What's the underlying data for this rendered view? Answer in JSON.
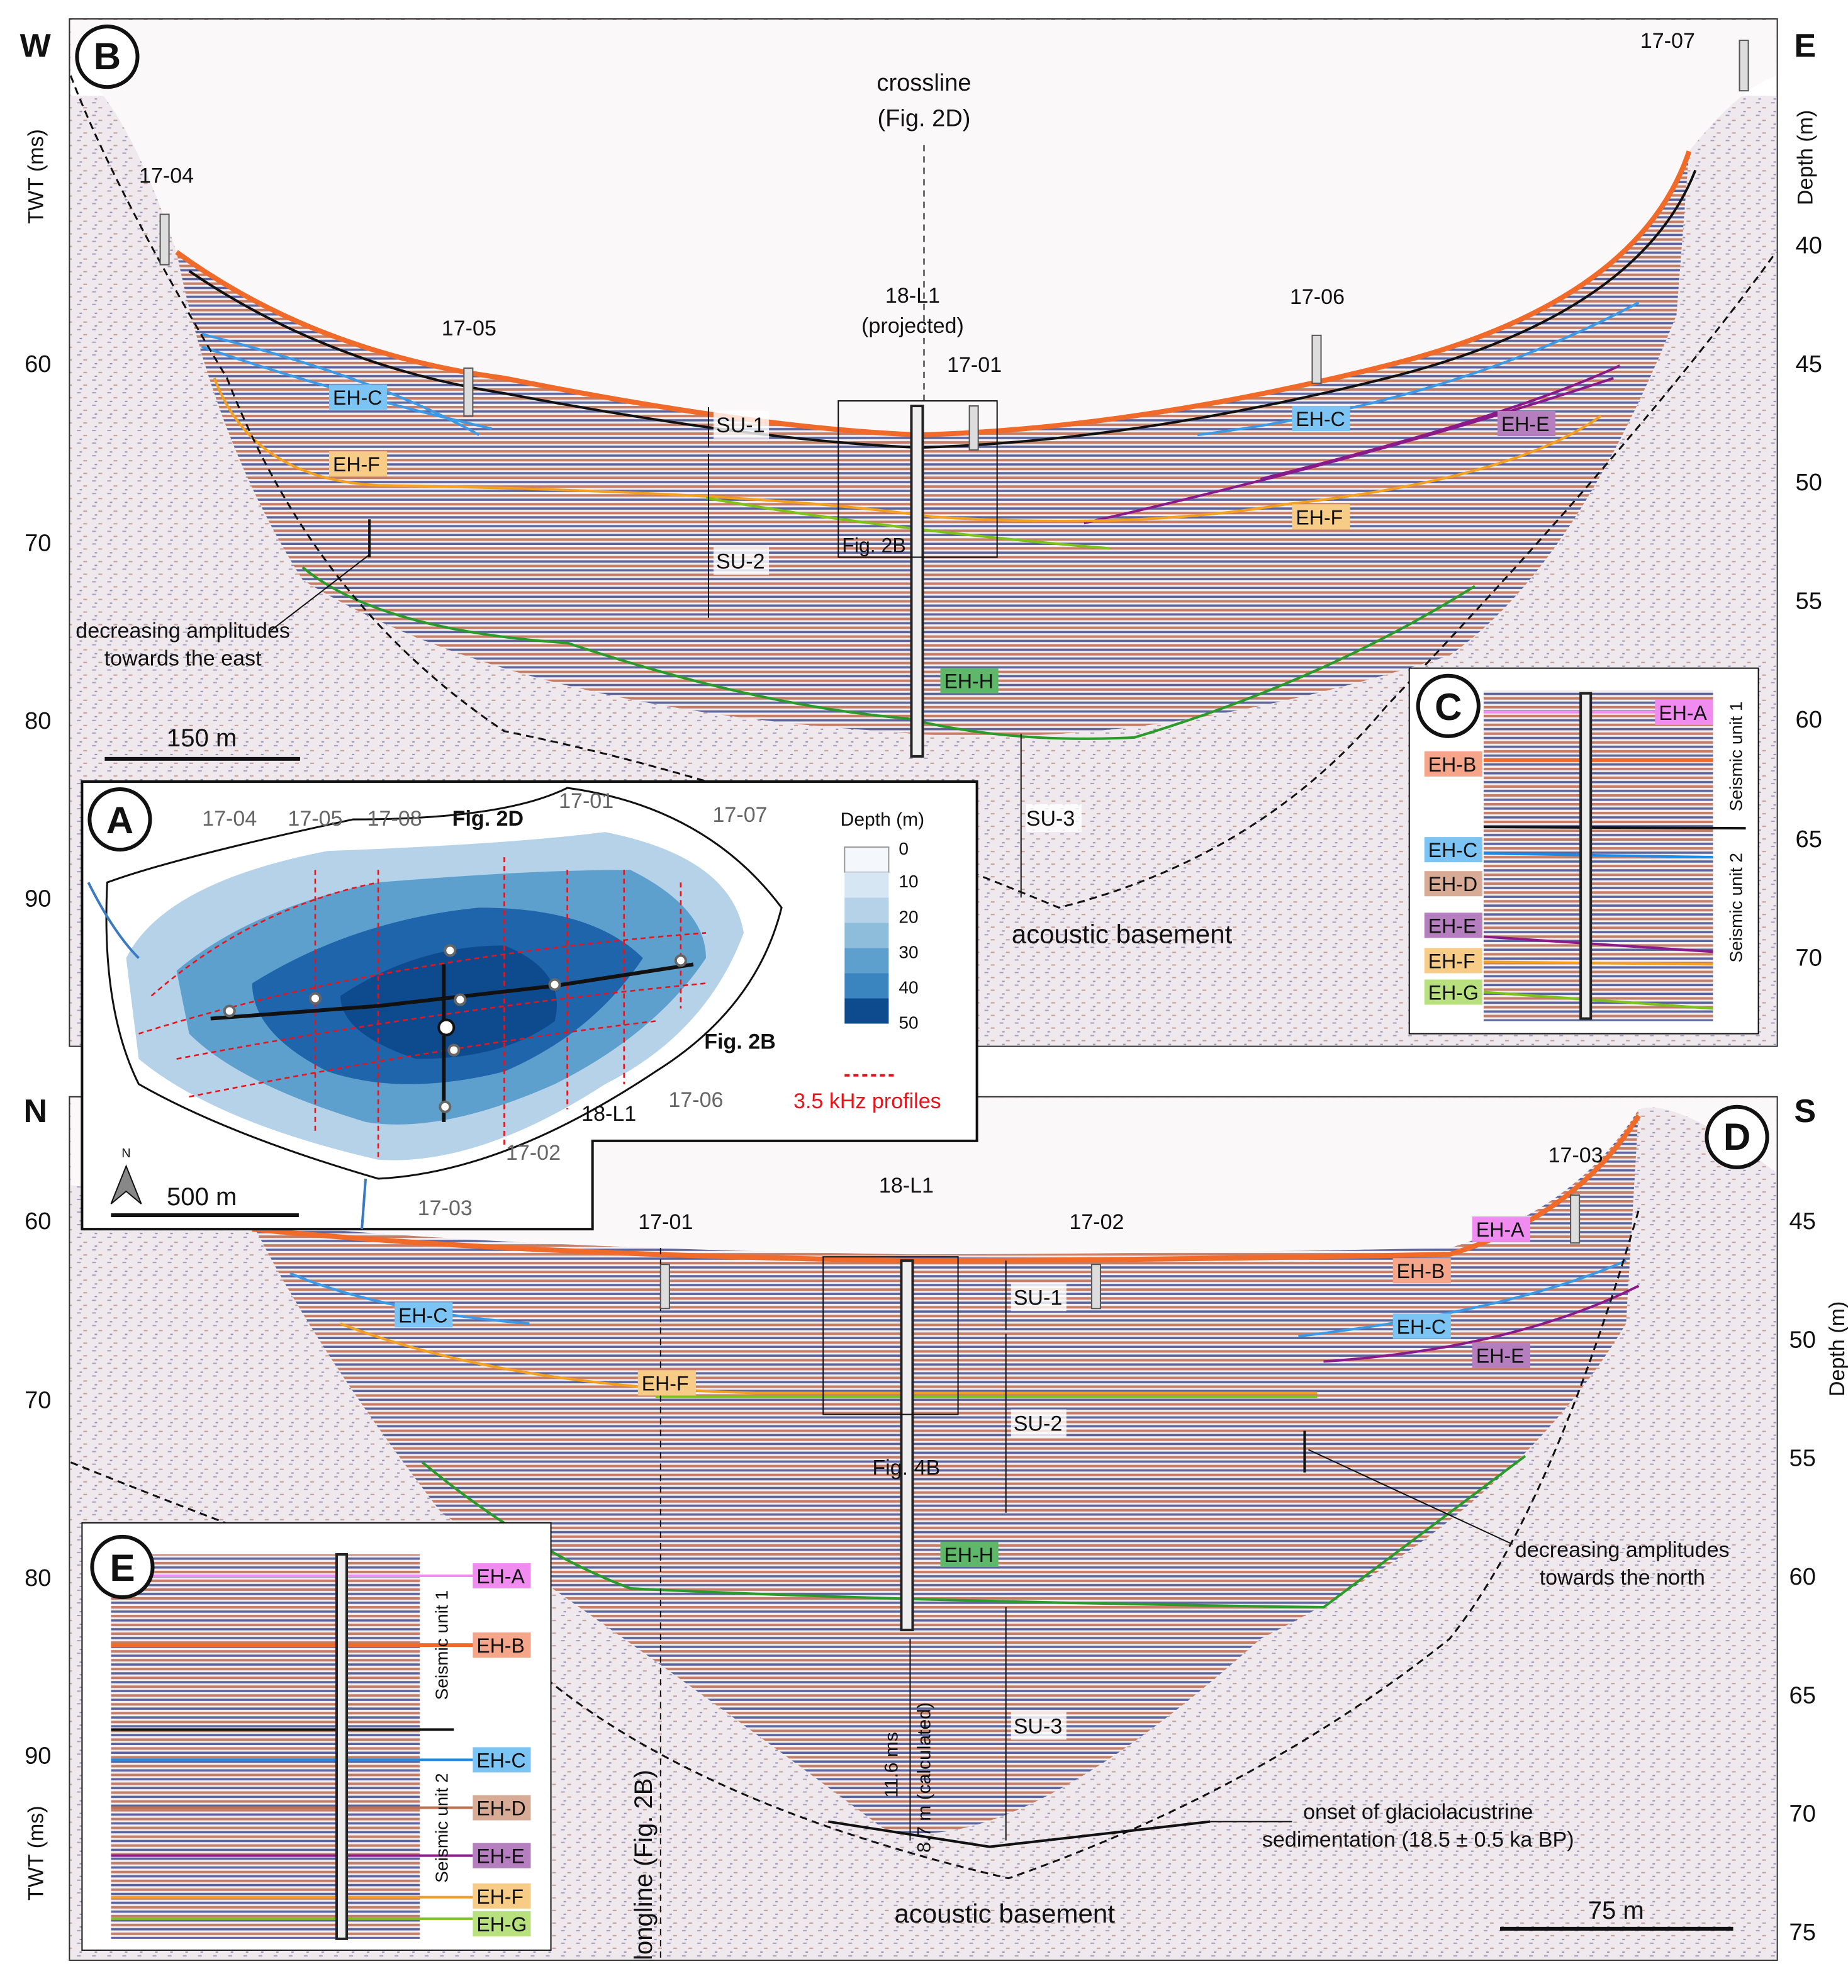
{
  "panel_b": {
    "letter": "B",
    "west": "W",
    "east": "E",
    "left_axis_label": "TWT (ms)",
    "right_axis_label": "Depth (m)",
    "left_ticks": [
      "60",
      "70",
      "80",
      "90"
    ],
    "right_ticks": [
      "40",
      "45",
      "50",
      "55",
      "60",
      "65",
      "70"
    ],
    "cores": [
      "17-04",
      "17-05",
      "17-06",
      "17-07",
      "17-01"
    ],
    "core_projected": [
      "18-L1",
      "(projected)"
    ],
    "crossline": [
      "crossline",
      "(Fig. 2D)"
    ],
    "horizons": {
      "c_left": "EH-C",
      "f_left": "EH-F",
      "c_right": "EH-C",
      "e_right": "EH-E",
      "f_right": "EH-F",
      "h": "EH-H"
    },
    "units": {
      "su1": "SU-1",
      "su2": "SU-2",
      "su3": "SU-3"
    },
    "fig_box": "Fig. 2B",
    "annotation": [
      "decreasing amplitudes",
      "towards the east"
    ],
    "basement": "acoustic basement",
    "scale": "150 m"
  },
  "panel_a": {
    "letter": "A",
    "cores": [
      "17-04",
      "17-05",
      "17-08",
      "17-01",
      "17-07",
      "17-06",
      "18-L1",
      "17-02",
      "17-03"
    ],
    "fig2d": "Fig. 2D",
    "fig2b": "Fig. 2B",
    "legend_title": "Depth (m)",
    "legend_ticks": [
      "0",
      "10",
      "20",
      "30",
      "40",
      "50"
    ],
    "profiles_label": "3.5 kHz profiles",
    "north": "N",
    "scale": "500 m",
    "colors": [
      "#f4f8fc",
      "#d7e6f3",
      "#b5d2e8",
      "#8dbddb",
      "#5ea0cd",
      "#3a85c0",
      "#1f65ab",
      "#0d4a8e"
    ]
  },
  "panel_c": {
    "letter": "C",
    "horizons": [
      "EH-A",
      "EH-B",
      "EH-C",
      "EH-D",
      "EH-E",
      "EH-F",
      "EH-G"
    ],
    "unit1": "Seismic unit 1",
    "unit2": "Seismic unit 2"
  },
  "panel_d": {
    "letter": "D",
    "north": "N",
    "south": "S",
    "left_axis_label": "TWT (ms)",
    "right_axis_label": "Depth (m)",
    "left_ticks": [
      "60",
      "70",
      "80",
      "90"
    ],
    "right_ticks": [
      "45",
      "50",
      "55",
      "60",
      "65",
      "70",
      "75"
    ],
    "cores": [
      "17-01",
      "17-02",
      "17-03"
    ],
    "core_main": "18-L1",
    "horizons": {
      "c_left": "EH-C",
      "f_left": "EH-F",
      "a": "EH-A",
      "b": "EH-B",
      "c_right": "EH-C",
      "e": "EH-E",
      "h": "EH-H"
    },
    "units": {
      "su1": "SU-1",
      "su2": "SU-2",
      "su3": "SU-3"
    },
    "fig_box": "Fig. 4B",
    "longline": "longline (Fig. 2B)",
    "thickness": [
      "11.6 ms",
      "8.7 m (calculated)"
    ],
    "annotation": [
      "decreasing amplitudes",
      "towards the north"
    ],
    "onset": [
      "onset of glaciolacustrine",
      "sedimentation (18.5 ± 0.5 ka BP)"
    ],
    "basement": "acoustic basement",
    "scale": "75 m"
  },
  "panel_e": {
    "letter": "E",
    "horizons": [
      "EH-A",
      "EH-B",
      "EH-C",
      "EH-D",
      "EH-E",
      "EH-F",
      "EH-G"
    ],
    "unit1": "Seismic unit 1",
    "unit2": "Seismic unit 2"
  },
  "horizon_colors": {
    "A": "#f08cf0",
    "B": "#f4a58a",
    "C": "#7cc4f4",
    "D": "#d8ab96",
    "E": "#b57fbf",
    "F": "#f6cc86",
    "G": "#b9e07e",
    "H": "#5fb86a"
  }
}
